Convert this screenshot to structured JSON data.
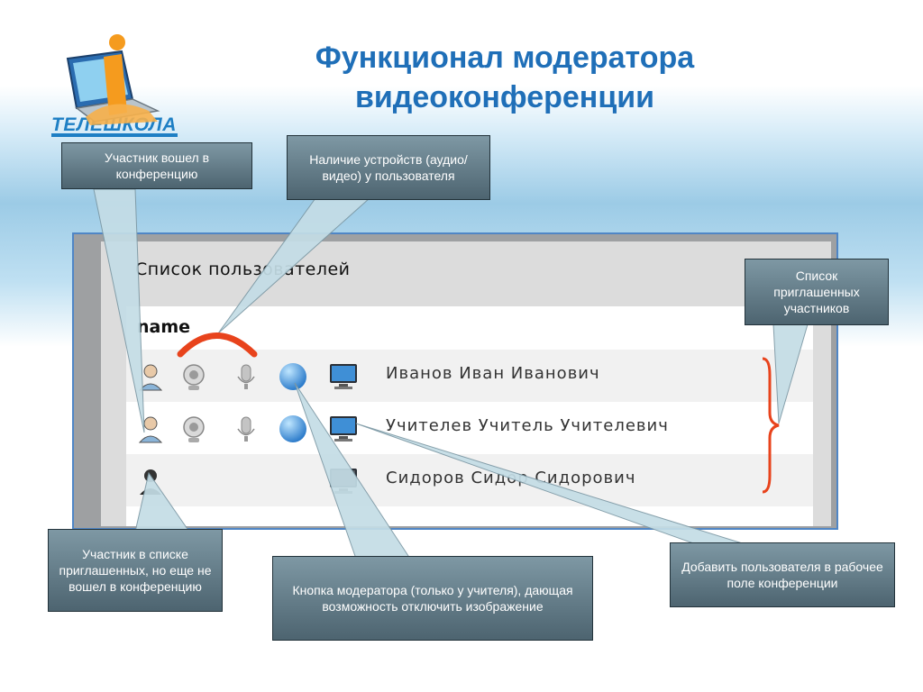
{
  "slide": {
    "title_line1": "Функционал модератора",
    "title_line2": "видеоконференции"
  },
  "logo": {
    "text": "ТЕЛЕШКОЛА"
  },
  "panel": {
    "title": "Список пользователей",
    "column_header": "name"
  },
  "users": [
    {
      "name": "Иванов Иван Иванович",
      "status": "joined",
      "has_devices": true
    },
    {
      "name": "Учителев Учитель Учителевич",
      "status": "joined",
      "has_devices": true
    },
    {
      "name": "Сидоров Сидор Сидорович",
      "status": "invited",
      "has_devices": false
    }
  ],
  "callouts": {
    "joined": "Участник вошел в конференцию",
    "devices": "Наличие устройств (аудио/видео) у пользователя",
    "invited_list": "Список приглашенных участников",
    "not_joined": "Участник в списке приглашенных, но еще не вошел в конференцию",
    "moderator_button": "Кнопка модератора (только у учителя), дающая возможность отключить изображение",
    "add_user": "Добавить пользователя в рабочее поле конференции"
  },
  "colors": {
    "title": "#1f6fb8",
    "callout_bg": "#5f7884",
    "brace": "#e8431c",
    "panel_border": "#4f86c6"
  }
}
